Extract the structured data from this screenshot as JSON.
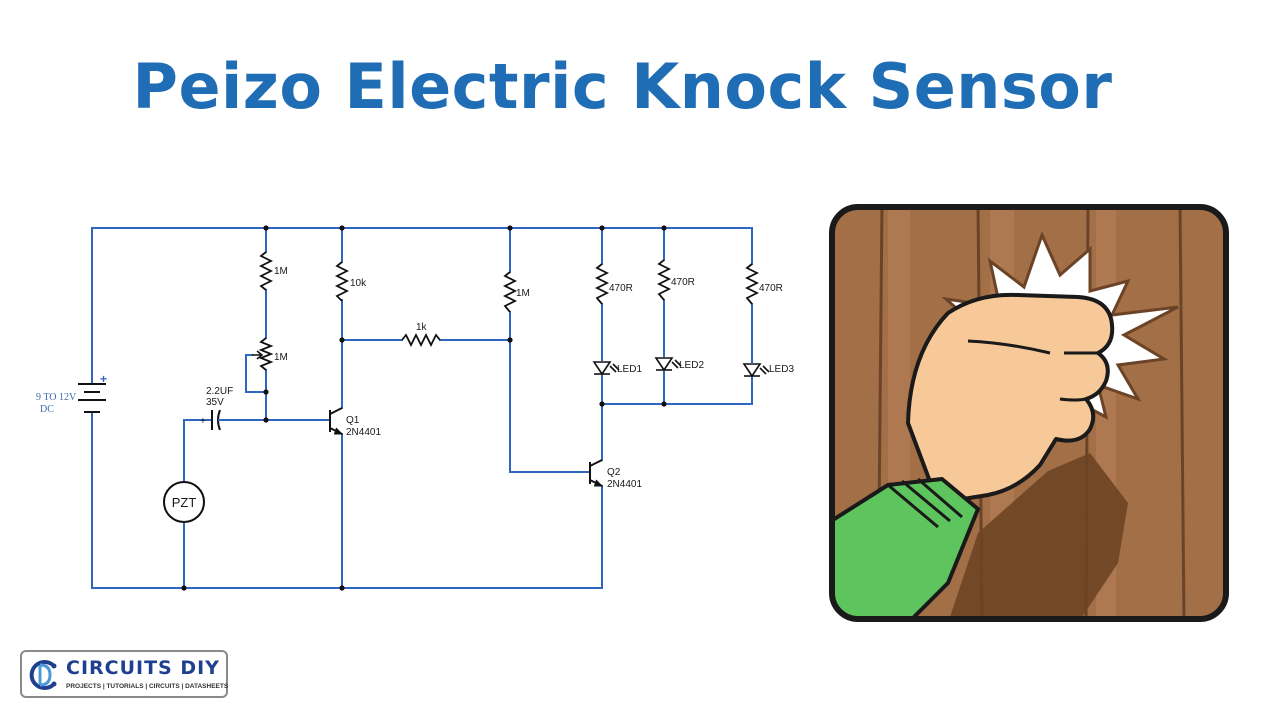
{
  "title": "Peizo Electric Knock Sensor",
  "colors": {
    "title": "#1f6db5",
    "wire": "#2f67c0",
    "component": "#111111",
    "wood": "#9a6a44",
    "skin": "#f7c898",
    "sleeve": "#5ec45e"
  },
  "schematic": {
    "supply_voltage": "9 TO 12V",
    "supply_type": "DC",
    "battery_polarity": "+",
    "r1": "1M",
    "pot": "1M",
    "r_collector": "10k",
    "r_base": "1k",
    "r_bias": "1M",
    "r_led1": "470R",
    "r_led2": "470R",
    "r_led3": "470R",
    "led1": "LED1",
    "led2": "LED2",
    "led3": "LED3",
    "cap_value": "2.2UF",
    "cap_voltage": "35V",
    "cap_polarity": "+",
    "q1_ref": "Q1",
    "q1_part": "2N4401",
    "q2_ref": "Q2",
    "q2_part": "2N4401",
    "sensor": "PZT"
  },
  "illustration": {
    "icon": "fist-knocking-door-icon"
  },
  "logo": {
    "name": "CIRCUITS DIY",
    "tagline": "PROJECTS | TUTORIALS | CIRCUITS | DATASHEETS",
    "icon": "circuits-diy-logo-icon"
  }
}
